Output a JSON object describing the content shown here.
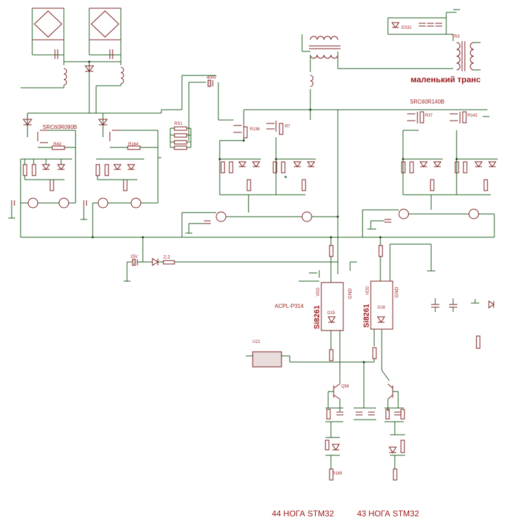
{
  "labels": {
    "small_trans": "маленький транс",
    "src60r090b": "SRC60R090B",
    "src60r140b": "SRC60R140B",
    "acpl": "ACPL-P314",
    "si8261_left": "Si8261",
    "si8261_right": "Si8261",
    "vdd_left": "VDD",
    "vdd_right": "VDD",
    "gnd_left": "GND",
    "gnd_right": "GND",
    "d15": "D15",
    "d16": "D16",
    "u21": "U21",
    "q58": "Q58",
    "r169": "R169",
    "r43": "R43",
    "r164": "R164",
    "r136": "R136",
    "r7": "R7",
    "r37": "R37",
    "r142": "R142",
    "rs1": "RS1",
    "tr3": "TR3",
    "es3j": "ES3J",
    "v400": "400V",
    "v25": "25V",
    "v22": "2.2",
    "stm_44": "44 НОГА STM32",
    "stm_43": "43 НОГА STM32"
  }
}
